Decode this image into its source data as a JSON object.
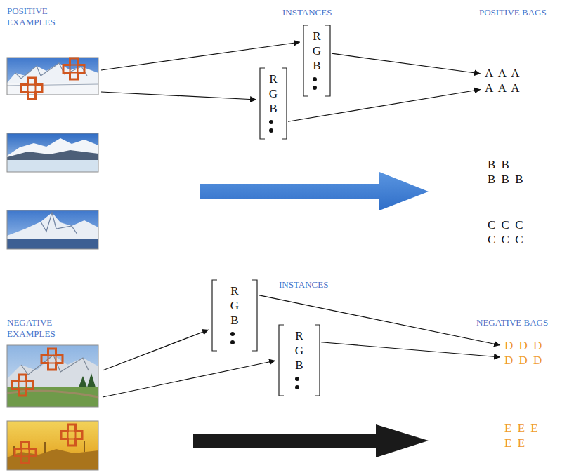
{
  "diagram": {
    "nodes": [
      {
        "text": [
          "R G B"
        ]
      },
      {
        "text": [
          "R G B"
        ]
      },
      {
        "text": [
          "A A A",
          "A A A"
        ]
      },
      {
        "text": [
          "B B",
          "B B B"
        ]
      },
      {
        "text": [
          "C C C",
          "C C C"
        ]
      },
      {
        "text": [
          "R G B"
        ]
      },
      {
        "text": [
          "R G B"
        ]
      },
      {
        "text": [
          "D D D",
          "D D D"
        ]
      },
      {
        "text": [
          "E E E",
          "E E"
        ]
      }
    ],
    "edges": [
      {
        "from": 0,
        "to": 2,
        "arrow": "to"
      },
      {
        "from": 1,
        "to": 2,
        "arrow": "to"
      },
      {
        "from": 5,
        "to": 7,
        "arrow": "to"
      },
      {
        "from": 6,
        "to": 7,
        "arrow": "to"
      }
    ],
    "labels": [
      "POSITIVE EXAMPLES",
      "INSTANCES",
      "POSITIVE BAGS",
      "NEGATIVE EXAMPLES",
      "INSTANCES",
      "NEGATIVE BAGS"
    ]
  }
}
